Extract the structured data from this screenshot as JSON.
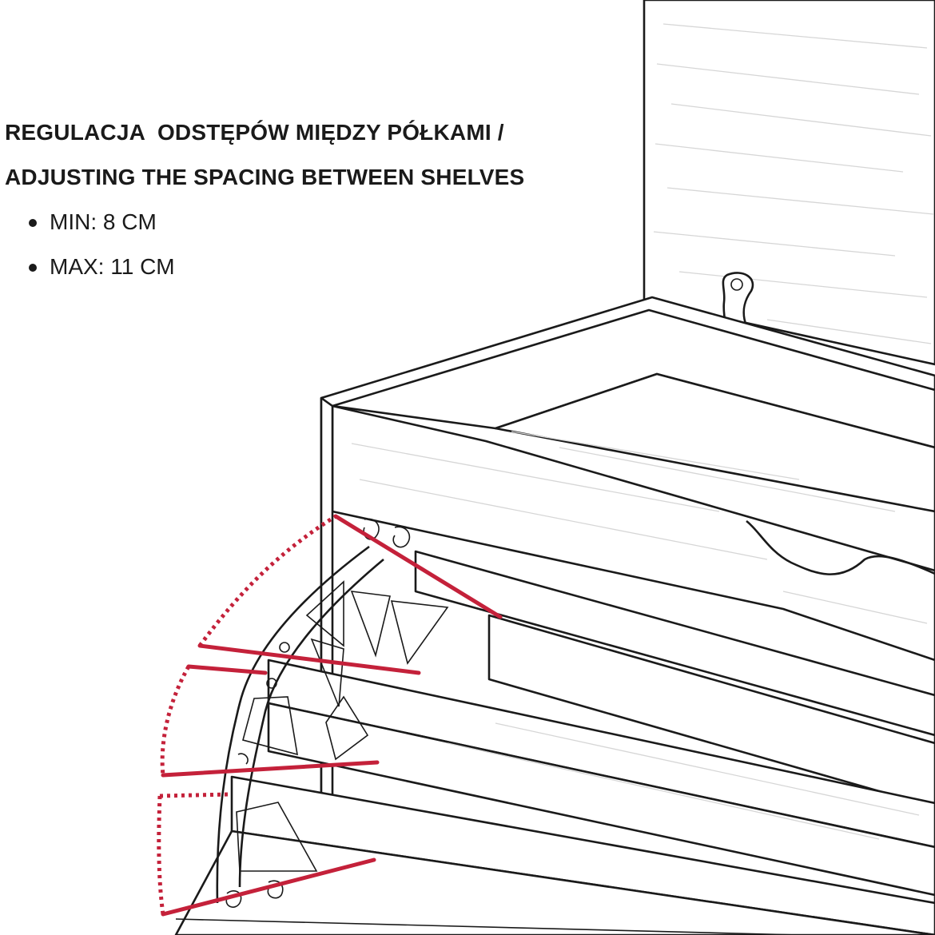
{
  "heading": {
    "line1": "REGULACJA  ODSTĘPÓW MIĘDZY PÓŁKAMI /",
    "line2": "ADJUSTING THE SPACING BETWEEN SHELVES"
  },
  "specs": [
    {
      "label": "MIN: 8 CM"
    },
    {
      "label": "MAX: 11 CM"
    }
  ],
  "colors": {
    "accent": "#c4213a",
    "ink": "#1a1a1a"
  },
  "icons": {
    "bullet": "bullet-dot-icon",
    "handle": "cabinet-handle-icon"
  }
}
